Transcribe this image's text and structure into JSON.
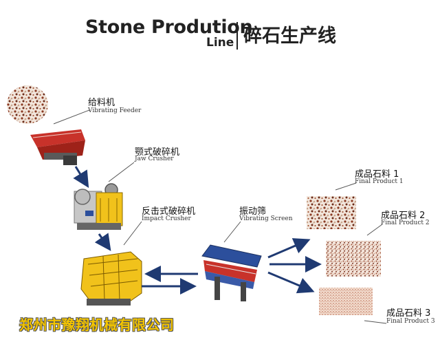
{
  "header": {
    "title": "Stone Prodution",
    "title_sub": "Line",
    "title_cn": "碎石生产线"
  },
  "machines": {
    "feeder": {
      "cn": "给料机",
      "en": "Vibrating Feeder"
    },
    "jaw": {
      "cn": "颚式破碎机",
      "en": "Jaw  Crusher"
    },
    "impact": {
      "cn": "反击式破碎机",
      "en": "Impact Crusher"
    },
    "screen": {
      "cn": "振动筛",
      "en": "Vibrating Screen"
    }
  },
  "products": [
    {
      "cn": "成品石料 1",
      "en": "Final Product 1"
    },
    {
      "cn": "成品石料 2",
      "en": "Final Product 2"
    },
    {
      "cn": "成品石料 3",
      "en": "Final Product 3"
    }
  ],
  "footer": {
    "company": "郑州市豫翔机械有限公司"
  },
  "colors": {
    "feeder_red": "#c8322a",
    "crusher_yellow": "#f1c21b",
    "screen_blue": "#2c4f9c",
    "arrow": "#1f3a72",
    "company_text": "#f3c400"
  },
  "icons": [
    "raw-stone-icon",
    "vibrating-feeder-icon",
    "jaw-crusher-icon",
    "impact-crusher-icon",
    "vibrating-screen-icon",
    "aggregate-icon"
  ]
}
